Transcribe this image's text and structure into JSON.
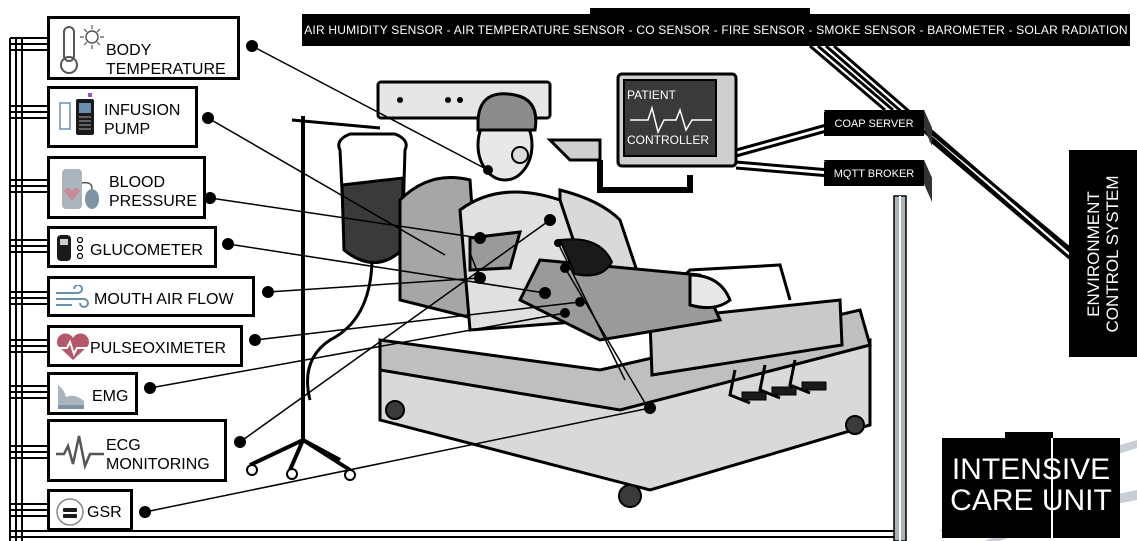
{
  "environment_banner": "AIR HUMIDITY SENSOR - AIR TEMPERATURE SENSOR - CO SENSOR - FIRE SENSOR - SMOKE SENSOR - BAROMETER - SOLAR RADIATION",
  "servers": {
    "coap": "COAP SERVER",
    "mqtt": "MQTT BROKER"
  },
  "environment_control": {
    "line1": "ENVIRONMENT",
    "line2": "CONTROL SYSTEM"
  },
  "unit": {
    "word1": "INTENSIVE",
    "word2": "CARE UNIT"
  },
  "monitor": {
    "top": "PATIENT",
    "bottom": "CONTROLLER"
  },
  "sensors": [
    {
      "label": "BODY\nTEMPERATURE",
      "icon": "thermometer-sun-icon"
    },
    {
      "label": "INFUSION\nPUMP",
      "icon": "infusion-pump-icon"
    },
    {
      "label": "BLOOD\nPRESSURE",
      "icon": "blood-pressure-cuff-icon"
    },
    {
      "label": "GLUCOMETER",
      "icon": "glucometer-icon"
    },
    {
      "label": "MOUTH AIR FLOW",
      "icon": "wind-icon"
    },
    {
      "label": "PULSEOXIMETER",
      "icon": "heart-pulse-icon"
    },
    {
      "label": "EMG",
      "icon": "arm-muscle-icon"
    },
    {
      "label": "ECG\nMONITORING",
      "icon": "ecg-wave-icon"
    },
    {
      "label": "GSR",
      "icon": "gsr-device-icon"
    }
  ],
  "colors": {
    "bus": "#000000",
    "bus_gap": "#ffffff",
    "link": "#000000",
    "bed": "#d9d9d9",
    "banner": "#000000",
    "text_on_dark": "#ffffff",
    "accent_heart": "#b5576a"
  }
}
